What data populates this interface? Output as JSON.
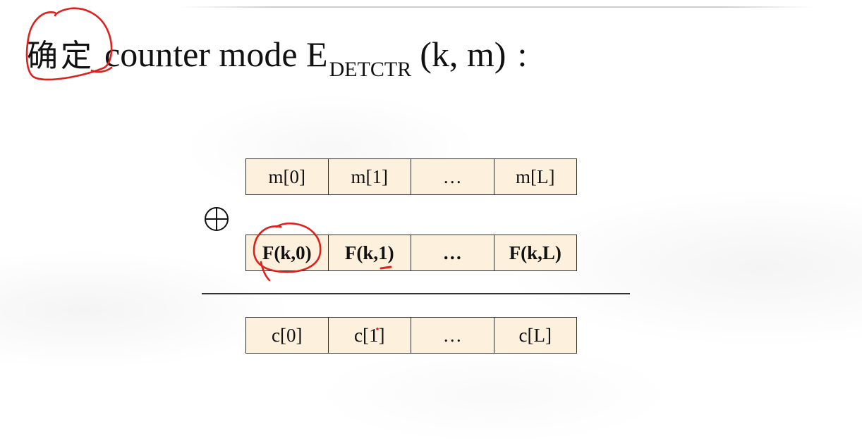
{
  "title": {
    "cjk": "确定",
    "main": "counter mode E",
    "subscript": "DETCTR",
    "args": "(k, m)",
    "colon": ":"
  },
  "diagram": {
    "operator": "⊕",
    "message_row": [
      "m[0]",
      "m[1]",
      "…",
      "m[L]"
    ],
    "prf_row": [
      "F(k,0)",
      "F(k,1)",
      "…",
      "F(k,L)"
    ],
    "cipher_row": [
      "c[0]",
      "c[1]",
      "…",
      "c[L]"
    ]
  },
  "colors": {
    "cell_fill": "#fdf1dd",
    "cell_border": "#2b2b2b",
    "annotation": "#e0201b"
  },
  "icons": [
    "xor-operator-icon",
    "handwritten-circle-annotation"
  ]
}
